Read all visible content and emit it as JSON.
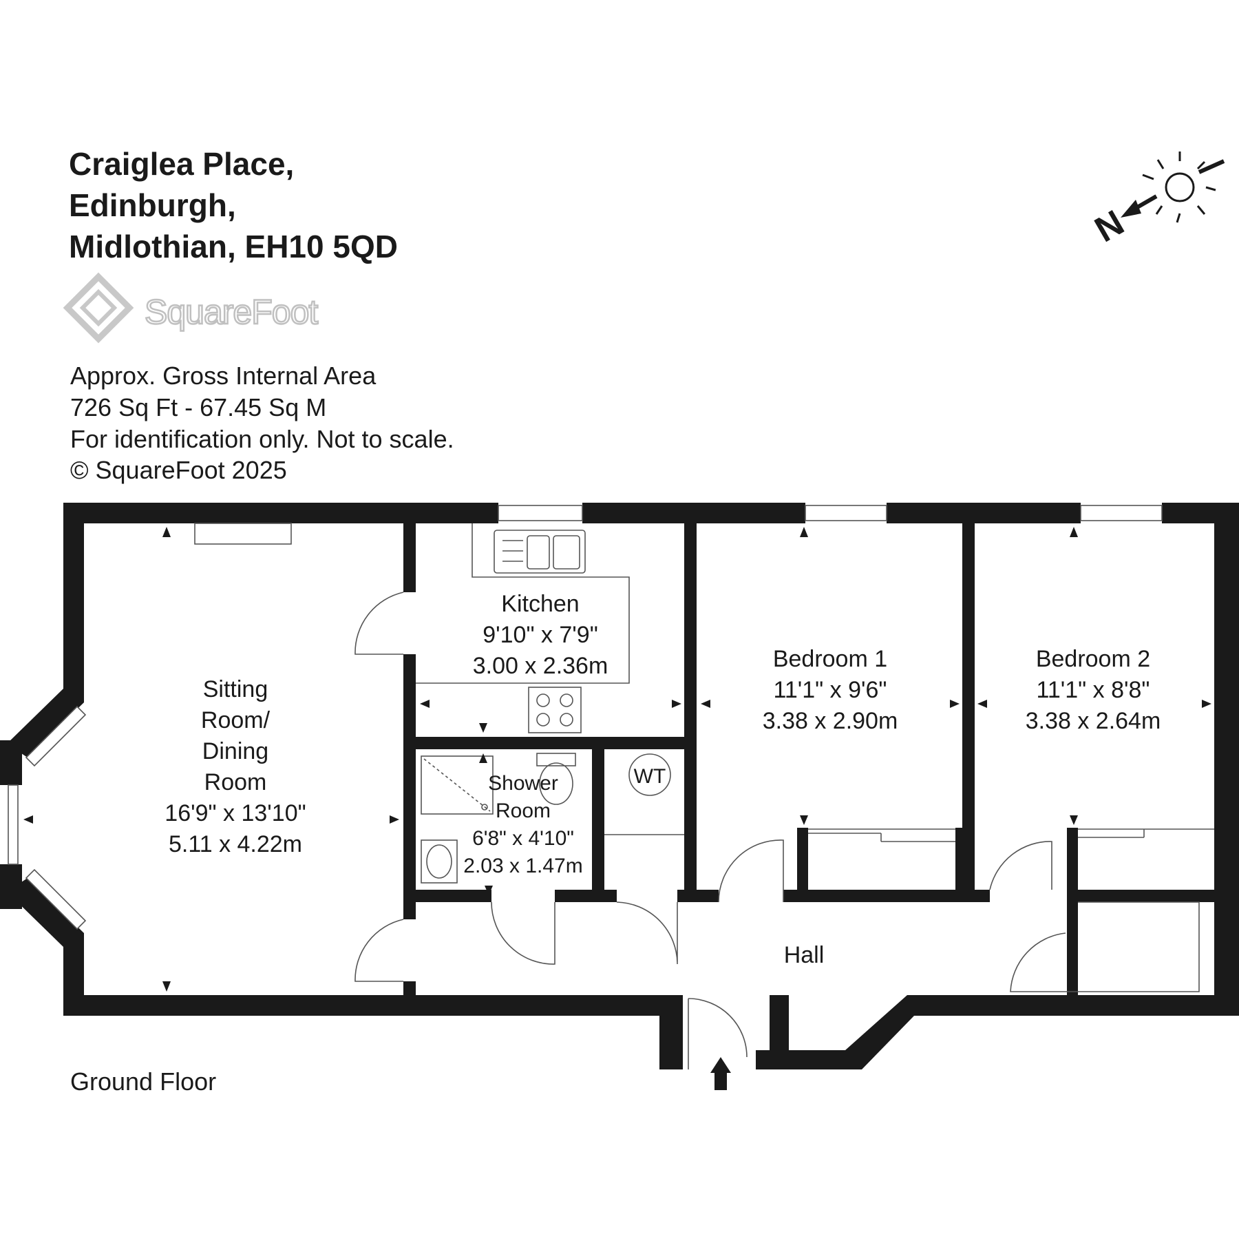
{
  "header": {
    "address_line1": "Craiglea Place,",
    "address_line2": "Edinburgh,",
    "address_line3": "Midlothian, EH10 5QD"
  },
  "brand": {
    "name": "SquareFoot",
    "logo_color": "#c8c8c8"
  },
  "info": {
    "area_label": "Approx. Gross Internal Area",
    "area_value": "726 Sq Ft  -  67.45 Sq M",
    "disclaimer": "For identification only. Not to scale.",
    "copyright": "© SquareFoot 2025"
  },
  "compass": {
    "north_letter": "N",
    "icon": "sun-icon"
  },
  "rooms": {
    "sitting": {
      "line1": "Sitting",
      "line2": "Room/",
      "line3": "Dining",
      "line4": "Room",
      "imperial": "16'9\" x 13'10\"",
      "metric": "5.11 x 4.22m"
    },
    "kitchen": {
      "name": "Kitchen",
      "imperial": "9'10\" x 7'9\"",
      "metric": "3.00 x 2.36m"
    },
    "bedroom1": {
      "name": "Bedroom 1",
      "imperial": "11'1\" x 9'6\"",
      "metric": "3.38 x 2.90m"
    },
    "bedroom2": {
      "name": "Bedroom 2",
      "imperial": "11'1\" x 8'8\"",
      "metric": "3.38 x 2.64m"
    },
    "shower": {
      "line1": "Shower",
      "line2": "Room",
      "imperial": "6'8\" x 4'10\"",
      "metric": "2.03 x 1.47m"
    },
    "wt": {
      "name": "WT"
    },
    "hall": {
      "name": "Hall"
    }
  },
  "floor_label": "Ground Floor",
  "colors": {
    "wall": "#1a1a1a",
    "fixture_line": "#555555"
  }
}
